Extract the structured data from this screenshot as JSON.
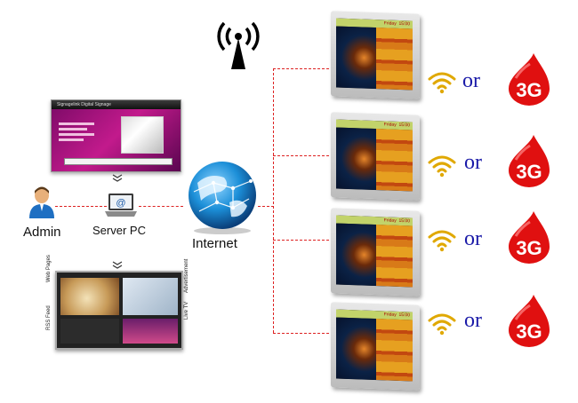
{
  "software_window": {
    "title": "Signagelink Digital Signage",
    "buttons": [
      "",
      ""
    ]
  },
  "dashboard": {
    "side_labels": {
      "left_top": "Web Pages",
      "left_bottom": "RSS Feed",
      "right_top": "Advertisement",
      "right_bottom": "Live TV"
    }
  },
  "labels": {
    "admin": "Admin",
    "server_pc": "Server PC",
    "internet": "Internet"
  },
  "screens": [
    {
      "day": "Friday",
      "time": "15:00"
    },
    {
      "day": "Friday",
      "time": "15:00"
    },
    {
      "day": "Friday",
      "time": "15:00"
    },
    {
      "day": "Friday",
      "time": "15:00"
    }
  ],
  "connection": {
    "or_text": "or",
    "mobile_label": "3G"
  },
  "colors": {
    "line": "#dd2222",
    "or": "#1a1aa8",
    "drop": "#e01010",
    "wifi": "#e0a800",
    "globe": "#1c8fd8"
  }
}
